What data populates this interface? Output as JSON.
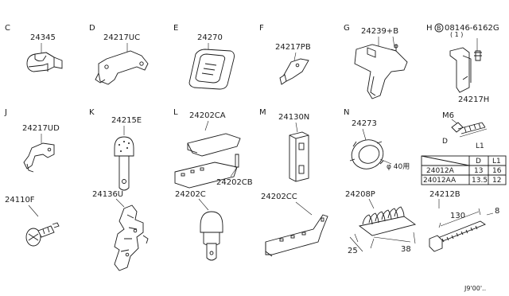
{
  "cells": [
    {
      "letter": "C",
      "part": "24345"
    },
    {
      "letter": "D",
      "part": "24217UC"
    },
    {
      "letter": "E",
      "part": "24270"
    },
    {
      "letter": "F",
      "part": "24217PB"
    },
    {
      "letter": "G",
      "part": "24239+B"
    },
    {
      "letter": "H",
      "part": "24217H",
      "bolt_part": "08146-6162G",
      "bolt_qty": "( 1 )"
    },
    {
      "letter": "J",
      "part": "24217UD"
    },
    {
      "letter": "K",
      "part": "24215E"
    },
    {
      "letter": "L",
      "part": "24202CA",
      "part2": "24202CB"
    },
    {
      "letter": "M",
      "part": "24130N"
    },
    {
      "letter": "N",
      "part": "24273",
      "note": "φ 40用"
    },
    {
      "letter": "",
      "part": "24110F"
    },
    {
      "letter": "",
      "part": "24136U"
    },
    {
      "letter": "",
      "part": "24202C"
    },
    {
      "letter": "",
      "part": "24202CC"
    },
    {
      "letter": "",
      "part": "24208P",
      "dim_a": "25",
      "dim_b": "38"
    },
    {
      "letter": "",
      "part": "24212B",
      "dim_a": "130",
      "dim_b": "8"
    }
  ],
  "bolt_spec": {
    "thread_label": "M6",
    "d_label": "D",
    "l1_label": "L1",
    "table": {
      "headers": [
        "",
        "D",
        "L1"
      ],
      "rows": [
        [
          "24012A",
          "13",
          "16"
        ],
        [
          "24012AA",
          "13.5",
          "12"
        ]
      ]
    }
  },
  "footer_code": "J9'00'.."
}
